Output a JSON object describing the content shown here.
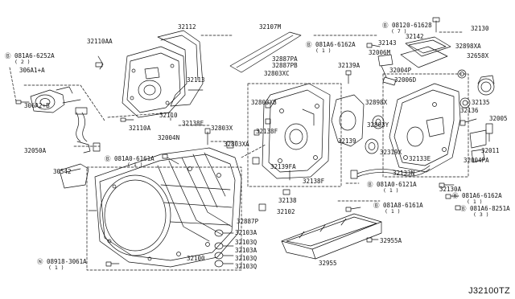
{
  "diagram": {
    "code": "J32100TZ",
    "labels": {
      "p32112": "32112",
      "p32107M": "32107M",
      "p08120_61628": "Ⓑ 08120-61628",
      "p08120_61628_q": "( 7 )",
      "p32130": "32130",
      "p32110AA": "32110AA",
      "p081A6_6252A": "Ⓑ 081A6-6252A",
      "p081A6_6252A_q": "( 2 )",
      "p306A1A": "306A1+A",
      "p081A6_6162A_top": "Ⓑ 081A6-6162A",
      "p081A6_6162A_top_q": "( 1 )",
      "p32142": "32142",
      "p32143": "32143",
      "p32006M": "32006M",
      "p32898XA": "32898XA",
      "p32887PA": "32887PA",
      "p32887PB": "32887PB",
      "p32139A": "32139A",
      "p32658X": "32658X",
      "p32004P": "32004P",
      "p32113": "32113",
      "p32803XC": "32803XC",
      "p32006D": "32006D",
      "p306A2B": "306A2+B",
      "p32110A": "32110A",
      "p32803XB": "32803XB",
      "p32110": "32110",
      "p32898X": "32898X",
      "p32135": "32135",
      "p32136": "32136",
      "p32138E": "32138E",
      "p32803X": "32803X",
      "p32005": "32005",
      "p32004N": "32004N",
      "p32138F": "32138F",
      "p32803Y": "32803Y",
      "p32050A": "32050A",
      "p32803XA": "32803XA",
      "p32139": "32139",
      "p32011": "32011",
      "p081A0_6161A": "Ⓑ 081A0-6161A",
      "p081A0_6161A_q": "( 1 )",
      "p32319X": "32319X",
      "p32133E": "32133E",
      "p32138FA": "32139FA",
      "p32138Fb": "32138F",
      "p32004PA": "32004PA",
      "p30542": "30542",
      "p32133N": "32133N",
      "p081A0_6121A": "Ⓑ 081A0-6121A",
      "p081A0_6121A_q": "( 1 )",
      "p32130A": "32130A",
      "p081A6_6162A": "Ⓑ 081A6-6162A",
      "p081A6_6162A_q": "( 1 )",
      "p32138": "32138",
      "p081A8_6161A": "Ⓑ 081A8-6161A",
      "p081A8_6161A_q": "( 1 )",
      "p081A6_8251A": "Ⓑ 081A6-8251A",
      "p081A6_8251A_q": "( 3 )",
      "p32102": "32102",
      "p32887P": "32887P",
      "p32103A_1": "32103A",
      "p32955A": "32955A",
      "p32103Q_1": "32103Q",
      "p32103Q_2": "32103Q",
      "p32103A_2": "32103A",
      "p08918_3061A": "Ⓝ 08918-3061A",
      "p08918_3061A_q": "( 1 )",
      "p32100": "32100",
      "p32103Q_3": "32103Q",
      "p32955": "32955"
    },
    "colors": {
      "ink": "#111111",
      "background": "#ffffff"
    }
  }
}
